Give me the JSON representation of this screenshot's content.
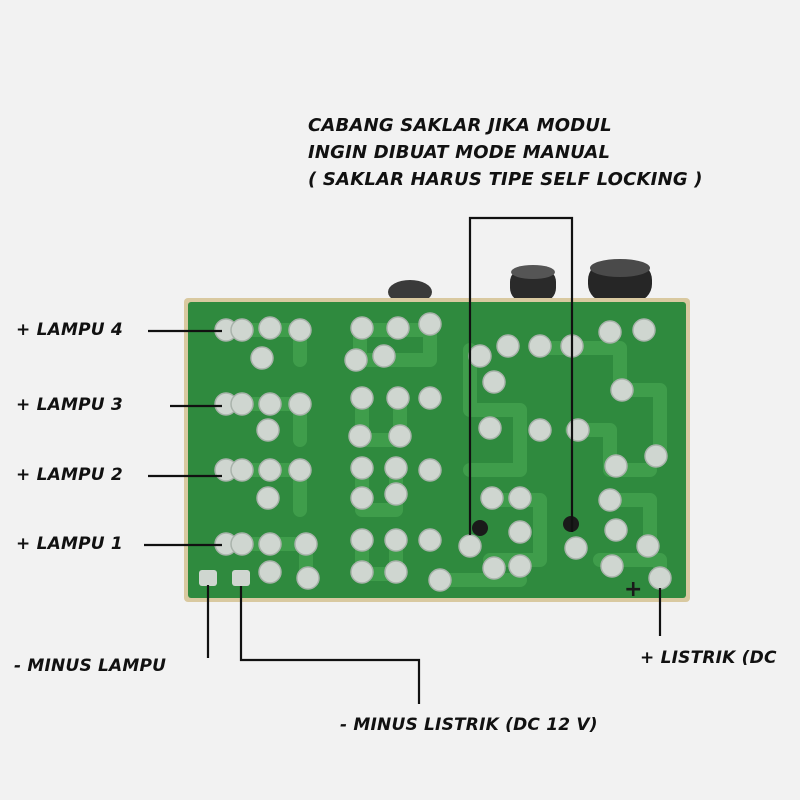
{
  "note": {
    "line1": "CABANG SAKLAR JIKA MODUL",
    "line2": "INGIN DIBUAT MODE MANUAL",
    "line3": "( SAKLAR HARUS TIPE SELF LOCKING )"
  },
  "labels": {
    "lampu4": "+ LAMPU 4",
    "lampu3": "+ LAMPU 3",
    "lampu2": "+ LAMPU 2",
    "lampu1": "+ LAMPU 1",
    "minus_lampu": "- MINUS LAMPU",
    "minus_listrik": "- MINUS LISTRIK (DC 12 V)",
    "listrik": "+ LISTRIK (DC"
  },
  "board": {
    "plus_mark": "+"
  },
  "colors": {
    "background": "#f2f2f2",
    "pcb": "#2f8a3e",
    "pcb_edge": "#d9c9a0",
    "trace": "#3f9d4b",
    "pad": "#cfd6d0",
    "line": "#111111"
  }
}
